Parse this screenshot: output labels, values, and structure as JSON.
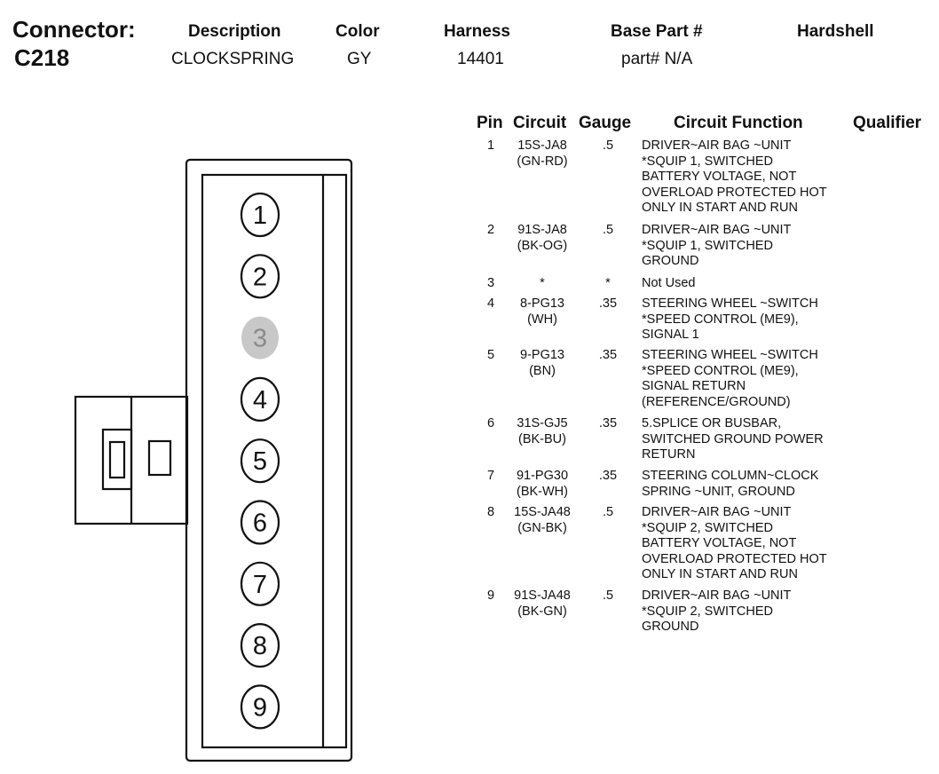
{
  "header": {
    "connector_label": "Connector:",
    "connector_id": "C218",
    "columns": [
      {
        "label": "Description",
        "value": "CLOCKSPRING"
      },
      {
        "label": "Color",
        "value": "GY"
      },
      {
        "label": "Harness",
        "value": "14401"
      },
      {
        "label": "Base Part #",
        "value": "part# N/A"
      },
      {
        "label": "Hardshell",
        "value": ""
      }
    ]
  },
  "table": {
    "headers": {
      "pin": "Pin",
      "circuit": "Circuit",
      "gauge": "Gauge",
      "function": "Circuit Function",
      "qualifier": "Qualifier"
    },
    "rows": [
      {
        "pin": "1",
        "circuit": [
          "15S-JA8",
          "(GN-RD)"
        ],
        "gauge": ".5",
        "function": [
          "DRIVER~AIR BAG ~UNIT",
          "*SQUIP 1, SWITCHED",
          "BATTERY VOLTAGE, NOT",
          "OVERLOAD PROTECTED HOT",
          "ONLY IN START AND RUN"
        ]
      },
      {
        "pin": "2",
        "circuit": [
          "91S-JA8",
          "(BK-OG)"
        ],
        "gauge": ".5",
        "function": [
          "DRIVER~AIR BAG ~UNIT",
          "*SQUIP 1, SWITCHED",
          "GROUND"
        ]
      },
      {
        "pin": "3",
        "circuit": [
          "*"
        ],
        "gauge": "*",
        "function": [
          "Not Used"
        ]
      },
      {
        "pin": "4",
        "circuit": [
          "8-PG13",
          "(WH)"
        ],
        "gauge": ".35",
        "function": [
          "STEERING WHEEL ~SWITCH",
          "*SPEED CONTROL (ME9),",
          "SIGNAL 1"
        ]
      },
      {
        "pin": "5",
        "circuit": [
          "9-PG13",
          "(BN)"
        ],
        "gauge": ".35",
        "function": [
          "STEERING WHEEL ~SWITCH",
          "*SPEED CONTROL (ME9),",
          "SIGNAL RETURN",
          "(REFERENCE/GROUND)"
        ]
      },
      {
        "pin": "6",
        "circuit": [
          "31S-GJ5",
          "(BK-BU)"
        ],
        "gauge": ".35",
        "function": [
          "5.SPLICE OR BUSBAR,",
          "SWITCHED GROUND POWER",
          "RETURN"
        ]
      },
      {
        "pin": "7",
        "circuit": [
          "91-PG30",
          "(BK-WH)"
        ],
        "gauge": ".35",
        "function": [
          "STEERING COLUMN~CLOCK",
          "SPRING ~UNIT, GROUND"
        ]
      },
      {
        "pin": "8",
        "circuit": [
          "15S-JA48",
          "(GN-BK)"
        ],
        "gauge": ".5",
        "function": [
          "DRIVER~AIR BAG ~UNIT",
          "*SQUIP 2, SWITCHED",
          "BATTERY VOLTAGE, NOT",
          "OVERLOAD PROTECTED HOT",
          "ONLY IN START AND RUN"
        ]
      },
      {
        "pin": "9",
        "circuit": [
          "91S-JA48",
          "(BK-GN)"
        ],
        "gauge": ".5",
        "function": [
          "DRIVER~AIR BAG ~UNIT",
          "*SQUIP 2, SWITCHED",
          "GROUND"
        ]
      }
    ]
  },
  "diagram": {
    "pins": [
      {
        "label": "1",
        "used": true
      },
      {
        "label": "2",
        "used": true
      },
      {
        "label": "3",
        "used": false
      },
      {
        "label": "4",
        "used": true
      },
      {
        "label": "5",
        "used": true
      },
      {
        "label": "6",
        "used": true
      },
      {
        "label": "7",
        "used": true
      },
      {
        "label": "8",
        "used": true
      },
      {
        "label": "9",
        "used": true
      }
    ],
    "colors": {
      "outline": "#111111",
      "unused_fill": "#c8c8c8",
      "unused_text": "#8a8a8a"
    }
  }
}
